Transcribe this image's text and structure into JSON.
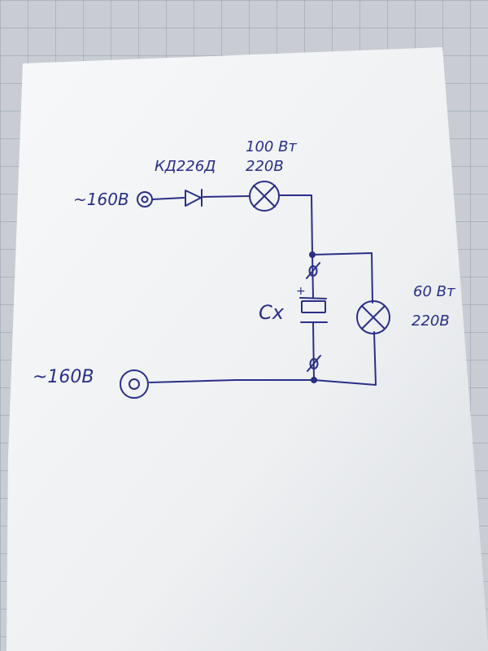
{
  "colors": {
    "ink": "#2a2f86",
    "paper": "#f4f5f6",
    "grid_line": "#9aa4b2",
    "background": "#c9cdd3"
  },
  "diagram": {
    "terminals": [
      {
        "id": "t1",
        "label": "~160В"
      },
      {
        "id": "t2",
        "label": "~160В"
      }
    ],
    "diode": {
      "label": "КД226Д"
    },
    "lamp_top": {
      "label_line1": "100 Вт",
      "label_line2": "220В"
    },
    "lamp_right": {
      "label_line1": "60 Вт",
      "label_line2": "220В"
    },
    "capacitor": {
      "label": "Cx",
      "polarity": "+"
    }
  }
}
